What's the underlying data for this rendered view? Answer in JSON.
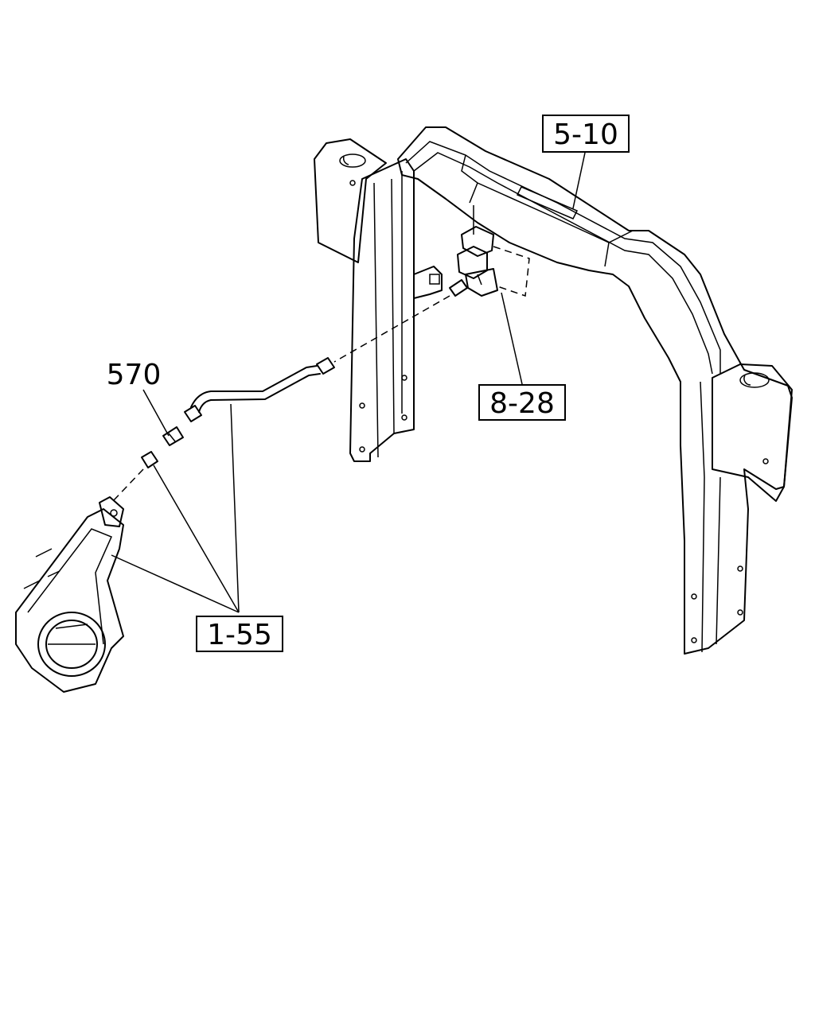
{
  "callouts": {
    "frame_ref": "5-10",
    "valve_ref": "8-28",
    "part_570": "570",
    "pipe_ref": "1-55"
  }
}
